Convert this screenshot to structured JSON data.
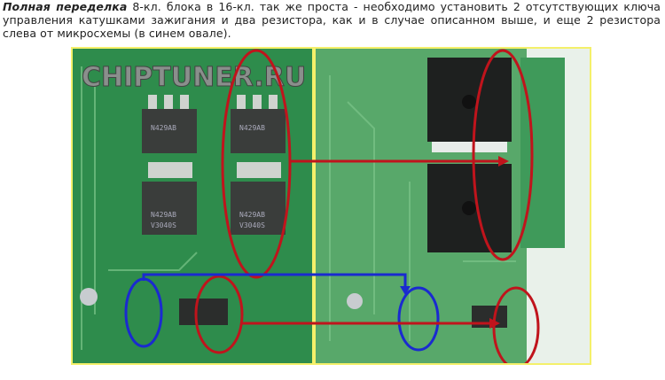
{
  "paragraph": {
    "lead": "Полная переделка",
    "text": " 8-кл. блока в 16-кл. так же проста - необходимо установить 2 отсутствующих ключа управления катушками зажигания и два резистора, как и в случае описанном выше, и еще 2 резистора слева от микросхемы (в синем овале)."
  },
  "photo": {
    "watermark": "CHIPTUNER.RU",
    "chip_labels": [
      "N429AB",
      "V3040S"
    ],
    "colors": {
      "pcb": "#2f8a4a",
      "highlight_red": "#c0141c",
      "highlight_blue": "#1a2ad0",
      "border": "#f4f06a"
    }
  }
}
